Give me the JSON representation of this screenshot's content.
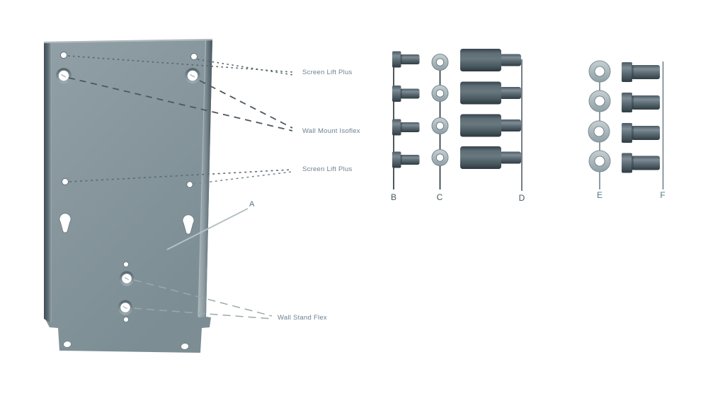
{
  "diagram": {
    "type": "assembly-parts-diagram",
    "background": "#ffffff"
  },
  "callouts": {
    "screen_lift_plus_top": "Screen Lift Plus",
    "wall_mount_isoflex": "Wall Mount Isoflex",
    "screen_lift_plus_bottom": "Screen Lift Plus",
    "wall_stand_flex": "Wall Stand Flex"
  },
  "part_labels": {
    "a": "A",
    "b": "B",
    "c": "C",
    "d": "D",
    "e": "E",
    "f": "F"
  },
  "parts": [
    {
      "label": "A",
      "item": "mounting-plate",
      "count": 1
    },
    {
      "label": "B",
      "item": "socket-screw",
      "count": 4
    },
    {
      "label": "C",
      "item": "small-washer",
      "count": 4
    },
    {
      "label": "D",
      "item": "standoff-spacer",
      "count": 4
    },
    {
      "label": "E",
      "item": "large-washer",
      "count": 4
    },
    {
      "label": "F",
      "item": "bolt",
      "count": 4
    }
  ],
  "colors": {
    "plate_face": "#87969d",
    "plate_edge_dark": "#4a5961",
    "hardware_dark": "#47565e",
    "washer_light": "#aab8bd",
    "leader_dark": "#4b585f",
    "leader_light": "#9ba9aa",
    "callout_text": "#6d8190",
    "letter_dark": "#46565f",
    "letter_teal": "#4f7a85"
  }
}
